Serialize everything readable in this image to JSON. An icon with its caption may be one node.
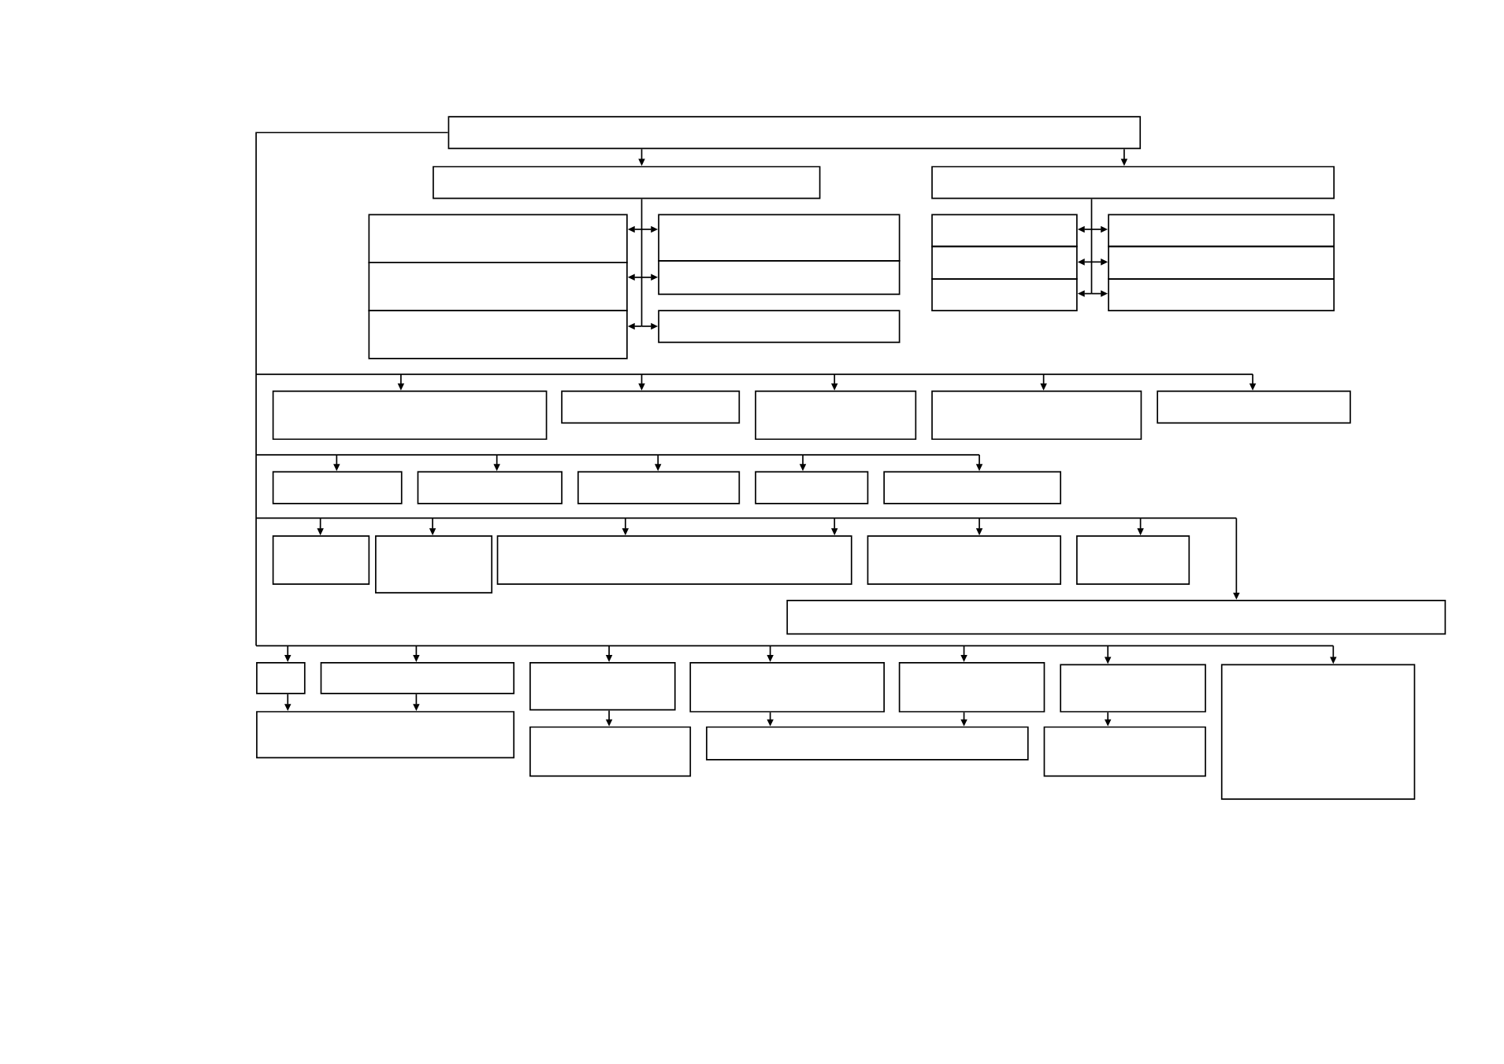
{
  "diagram": {
    "nodes": [
      {
        "text": [],
        "shape": "box"
      },
      {
        "text": [],
        "shape": "box"
      },
      {
        "text": [],
        "shape": "box"
      },
      {
        "text": [],
        "shape": "box"
      },
      {
        "text": [],
        "shape": "box"
      },
      {
        "text": [],
        "shape": "box"
      },
      {
        "text": [],
        "shape": "box"
      },
      {
        "text": [],
        "shape": "box"
      },
      {
        "text": [],
        "shape": "box"
      },
      {
        "text": [],
        "shape": "box"
      },
      {
        "text": [],
        "shape": "box"
      },
      {
        "text": [],
        "shape": "box"
      },
      {
        "text": [],
        "shape": "box"
      },
      {
        "text": [],
        "shape": "box"
      },
      {
        "text": [],
        "shape": "box"
      },
      {
        "text": [],
        "shape": "box"
      },
      {
        "text": [],
        "shape": "box"
      },
      {
        "text": [],
        "shape": "box"
      },
      {
        "text": [],
        "shape": "box"
      },
      {
        "text": [],
        "shape": "box"
      },
      {
        "text": [],
        "shape": "box"
      },
      {
        "text": [],
        "shape": "box"
      },
      {
        "text": [],
        "shape": "box"
      },
      {
        "text": [],
        "shape": "box"
      },
      {
        "text": [],
        "shape": "box"
      },
      {
        "text": [],
        "shape": "box"
      },
      {
        "text": [],
        "shape": "box"
      },
      {
        "text": [],
        "shape": "box"
      },
      {
        "text": [],
        "shape": "box"
      },
      {
        "text": [],
        "shape": "box"
      },
      {
        "text": [],
        "shape": "box"
      },
      {
        "text": [],
        "shape": "box"
      },
      {
        "text": [],
        "shape": "box"
      },
      {
        "text": [],
        "shape": "box"
      },
      {
        "text": [],
        "shape": "box"
      },
      {
        "text": [],
        "shape": "box"
      },
      {
        "text": [],
        "shape": "box"
      },
      {
        "text": [],
        "shape": "box"
      },
      {
        "text": [],
        "shape": "box"
      },
      {
        "text": [],
        "shape": "box"
      },
      {
        "text": [],
        "shape": "box"
      },
      {
        "text": [],
        "shape": "box"
      }
    ],
    "edges": [
      {
        "from": 0,
        "to": 1,
        "arrow": "to"
      },
      {
        "from": 0,
        "to": 2,
        "arrow": "to"
      },
      {
        "from": 1,
        "to": 3,
        "arrow": "to"
      },
      {
        "from": 1,
        "to": 4,
        "arrow": "to"
      },
      {
        "from": 1,
        "to": 5,
        "arrow": "to"
      },
      {
        "from": 1,
        "to": 6,
        "arrow": "to"
      },
      {
        "from": 1,
        "to": 7,
        "arrow": "to"
      },
      {
        "from": 1,
        "to": 8,
        "arrow": "to"
      },
      {
        "from": 2,
        "to": 9,
        "arrow": "to"
      },
      {
        "from": 2,
        "to": 10,
        "arrow": "to"
      },
      {
        "from": 2,
        "to": 11,
        "arrow": "to"
      },
      {
        "from": 2,
        "to": 12,
        "arrow": "to"
      },
      {
        "from": 2,
        "to": 13,
        "arrow": "to"
      },
      {
        "from": 2,
        "to": 14,
        "arrow": "to"
      },
      {
        "from": 0,
        "to": 15,
        "arrow": "to"
      },
      {
        "from": 0,
        "to": 16,
        "arrow": "to"
      },
      {
        "from": 0,
        "to": 17,
        "arrow": "to"
      },
      {
        "from": 0,
        "to": 18,
        "arrow": "to"
      },
      {
        "from": 0,
        "to": 19,
        "arrow": "to"
      },
      {
        "from": 0,
        "to": 20,
        "arrow": "to"
      },
      {
        "from": 0,
        "to": 21,
        "arrow": "to"
      },
      {
        "from": 0,
        "to": 22,
        "arrow": "to"
      },
      {
        "from": 0,
        "to": 23,
        "arrow": "to"
      },
      {
        "from": 0,
        "to": 24,
        "arrow": "to"
      },
      {
        "from": 0,
        "to": 25,
        "arrow": "to"
      },
      {
        "from": 0,
        "to": 26,
        "arrow": "to"
      },
      {
        "from": 0,
        "to": 27,
        "arrow": "to"
      },
      {
        "from": 0,
        "to": 28,
        "arrow": "to"
      },
      {
        "from": 0,
        "to": 29,
        "arrow": "to"
      },
      {
        "from": 0,
        "to": 30,
        "arrow": "to"
      },
      {
        "from": 0,
        "to": 31,
        "arrow": "to"
      },
      {
        "from": 0,
        "to": 32,
        "arrow": "to"
      },
      {
        "from": 0,
        "to": 33,
        "arrow": "to"
      },
      {
        "from": 0,
        "to": 34,
        "arrow": "to"
      },
      {
        "from": 0,
        "to": 35,
        "arrow": "to"
      },
      {
        "from": 0,
        "to": 36,
        "arrow": "to"
      },
      {
        "from": 0,
        "to": 37,
        "arrow": "to"
      },
      {
        "from": 31,
        "to": 38,
        "arrow": "to"
      },
      {
        "from": 32,
        "to": 38,
        "arrow": "to"
      },
      {
        "from": 33,
        "to": 39,
        "arrow": "to"
      },
      {
        "from": 34,
        "to": 40,
        "arrow": "to"
      },
      {
        "from": 35,
        "to": 40,
        "arrow": "to"
      },
      {
        "from": 36,
        "to": 41,
        "arrow": "to"
      }
    ]
  }
}
